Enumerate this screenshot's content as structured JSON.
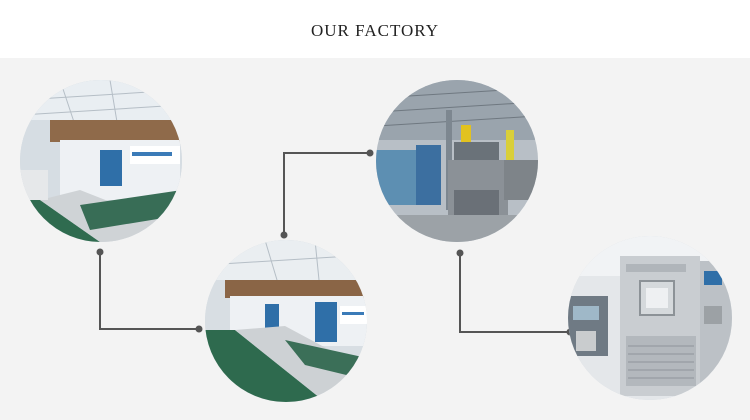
{
  "header": {
    "title": "OUR FACTORY"
  },
  "photos": [
    {
      "subject": "assembly-line-machines"
    },
    {
      "subject": "hydraulic-press-workshop"
    },
    {
      "subject": "assembly-line-machines-close"
    },
    {
      "subject": "environmental-test-chamber"
    }
  ],
  "colors": {
    "background_top": "#ffffff",
    "background_panel": "#f3f3f3",
    "connector": "#555555",
    "title_text": "#222222"
  }
}
